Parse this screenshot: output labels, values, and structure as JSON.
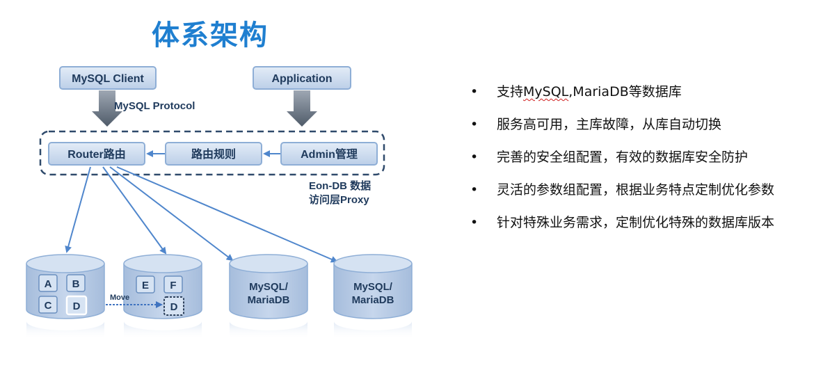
{
  "title": "体系架构",
  "diagram": {
    "mysql_client": "MySQL Client",
    "application": "Application",
    "mysql_protocol": "MySQL Protocol",
    "router": "Router路由",
    "routing_rules": "路由规则",
    "admin": "Admin管理",
    "proxy_label_line1": "Eon-DB 数据",
    "proxy_label_line2": "访问层Proxy",
    "db1_shards": [
      "A",
      "B",
      "C",
      "D"
    ],
    "db2_shards": [
      "E",
      "F",
      "D"
    ],
    "move_label": "Move",
    "db3_label_line1": "MySQL/",
    "db3_label_line2": "MariaDB",
    "db4_label_line1": "MySQL/",
    "db4_label_line2": "MariaDB"
  },
  "features": [
    {
      "bullet": "•",
      "pre": "支持",
      "wavy": "MySQL",
      "post": ",MariaDB等数据库"
    },
    {
      "bullet": "•",
      "pre": "服务高可用，主库故障，从库自动切换",
      "wavy": "",
      "post": ""
    },
    {
      "bullet": "•",
      "pre": "完善的安全组配置，有效的数据库安全防护",
      "wavy": "",
      "post": ""
    },
    {
      "bullet": "•",
      "pre": "灵活的参数组配置，根据业务特点定制优化参数",
      "wavy": "",
      "post": ""
    },
    {
      "bullet": "•",
      "pre": "针对特殊业务需求，定制优化特殊的数据库版本",
      "wavy": "",
      "post": ""
    }
  ],
  "colors": {
    "title": "#1f7fd0",
    "box_fill": "#c9d8ec",
    "box_stroke": "#8eaed6",
    "arrow_line": "#5b8fd0",
    "cylinder": "#b9cde6",
    "text_dark": "#1f3a5c"
  }
}
